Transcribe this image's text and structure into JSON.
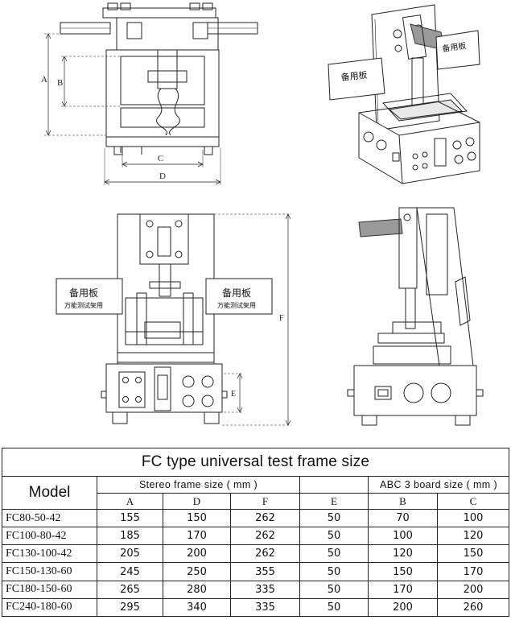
{
  "drawing_labels": {
    "front_top": {
      "A": "A",
      "B": "B",
      "C": "C",
      "D": "D"
    },
    "front_bottom": {
      "F": "F",
      "E": "E"
    },
    "board_text_main": "备用板",
    "board_text_sub": "万能测试架用"
  },
  "table": {
    "title": "FC type universal test frame size",
    "model_header": "Model",
    "group_stereo": "Stereo frame size ( mm )",
    "group_abc": "ABC 3 board size ( mm )",
    "columns": [
      "A",
      "D",
      "F",
      "E",
      "B",
      "C"
    ],
    "rows": [
      {
        "model": "FC80-50-42",
        "A": "155",
        "D": "150",
        "F": "262",
        "E": "50",
        "B": "70",
        "C": "100"
      },
      {
        "model": "FC100-80-42",
        "A": "185",
        "D": "170",
        "F": "262",
        "E": "50",
        "B": "100",
        "C": "120"
      },
      {
        "model": "FC130-100-42",
        "A": "205",
        "D": "200",
        "F": "262",
        "E": "50",
        "B": "120",
        "C": "150"
      },
      {
        "model": "FC150-130-60",
        "A": "245",
        "D": "250",
        "F": "355",
        "E": "50",
        "B": "150",
        "C": "170"
      },
      {
        "model": "FC180-150-60",
        "A": "265",
        "D": "280",
        "F": "335",
        "E": "50",
        "B": "170",
        "C": "200"
      },
      {
        "model": "FC240-180-60",
        "A": "295",
        "D": "340",
        "F": "335",
        "E": "50",
        "B": "200",
        "C": "260"
      }
    ]
  }
}
